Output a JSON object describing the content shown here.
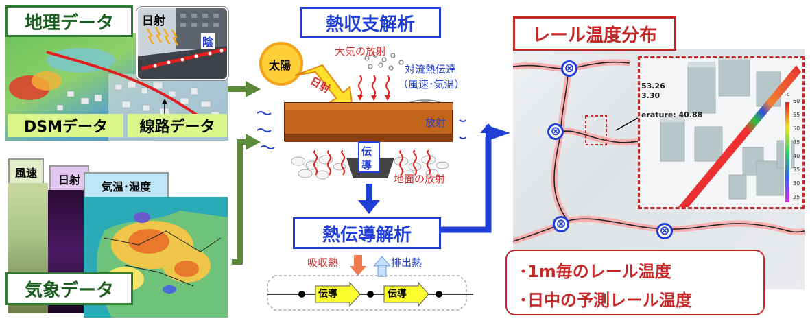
{
  "geo": {
    "title": "地理データ",
    "inset_sun": "日射",
    "inset_shade": "陰",
    "dsm_label": "DSMデータ",
    "track_label": "線路データ"
  },
  "weather": {
    "tab_wind": "風速",
    "tab_solar": "日射",
    "tab_temp": "気温･湿度",
    "title": "気象データ"
  },
  "heat": {
    "title": "熱収支解析",
    "sun": "太陽",
    "solar": "日射",
    "atmos": "大気の放射",
    "convect_line1": "対流熱伝達",
    "convect_line2": "（風速･気温）",
    "radiation": "放射",
    "conduction_char1": "伝",
    "conduction_char2": "導",
    "ground": "地面の放射"
  },
  "conduct": {
    "title": "熱伝導解析",
    "absorb": "吸収熱",
    "emit": "排出熱",
    "arrow_label": "伝導"
  },
  "rail": {
    "title": "レール温度分布",
    "line1": "･1m毎のレール温度",
    "line2": "･日中の予測レール温度",
    "readout1": "53.26",
    "readout2": "3.30",
    "readout3": "erature: 40.88",
    "legend_unit": "c",
    "legend_ticks": [
      "60",
      "55",
      "50",
      "45",
      "40",
      "35",
      "30",
      "25"
    ]
  },
  "colors": {
    "green": "#2e7d32",
    "blue": "#1f3fd6",
    "red": "#c62828",
    "rail_brown": "#c0651a",
    "yellow_label": "#d9f78a"
  }
}
